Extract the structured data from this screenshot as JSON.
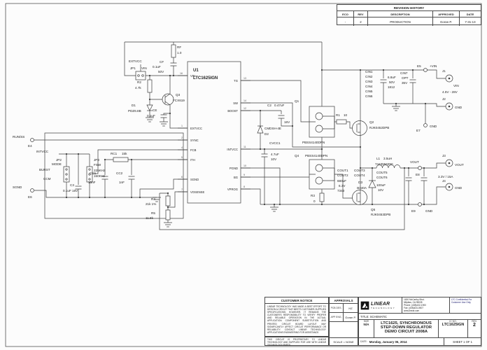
{
  "rev_table": {
    "title": "REVISION HISTORY",
    "h_eco": "ECO",
    "h_rev": "REV",
    "h_desc": "DESCRIPTION",
    "h_app": "APPROVED",
    "h_date": "DATE",
    "r_eco": "-",
    "r_rev": "2",
    "r_desc": "PRODUCTION",
    "r_app": "Goran P.",
    "r_date": "7-31-13"
  },
  "u1": {
    "ref": "U1",
    "part": "LTC1625IGN",
    "pins": {
      "vin": "VIN",
      "extvcc": "EXTVCC",
      "sync": "SYNC",
      "fcb": "FCB",
      "ith": "ITH",
      "sgnd": "SGND",
      "vosense": "VOSENSE",
      "tg": "TG",
      "sw": "SW",
      "boost": "BOOST",
      "intvcc": "INTVCC",
      "pgnd": "PGND",
      "bg": "BG",
      "vprog": "VPROG"
    },
    "nums": {
      "vin": "16",
      "extvcc": "1",
      "sync": "2",
      "fcb": "4",
      "ith": "5",
      "sgnd": "6",
      "vosense": "7",
      "tg": "13",
      "sw": "14",
      "boost": "12",
      "intvcc": "11",
      "pgnd": "10",
      "bg": "9",
      "vprog": "8"
    }
  },
  "c": {
    "rf": "RF",
    "rf_v": "1.0",
    "cf": "CF",
    "cf_v": "0.1uF",
    "cf_volt": "50V",
    "jp1": "JP1",
    "jp1_n": "VIN",
    "r2": "R2",
    "r2_v": "4.7k",
    "q3": "Q3",
    "q3_p": "FCX619",
    "d1": "D1",
    "d1_p": "PDZ6.8B",
    "ce": "CE",
    "ce_v": "0.1uF",
    "jp2": "JP2",
    "jp2_n": "MODE",
    "jp2_a": "BURST",
    "jp2_b": "CCM",
    "jp3": "JP3",
    "jp3_n": "FSW",
    "jp3_a": "225KHz",
    "jp3_b": "150KHz",
    "c3": "C3",
    "c3_v": "0.1uF 16V",
    "rc1": "RC1",
    "rc1_v": "15k",
    "cc1": "CC1",
    "cc1_v": "15nF",
    "cc2": "CC2",
    "cc2_v": "1nF",
    "r4": "R4",
    "r4_v": "21k 1%",
    "r5": "R5",
    "r5_v": "11.8k",
    "c2": "C2",
    "c2_v": "0.47uF",
    "c2_volt": "16V",
    "d2": "D2",
    "d2_p": "CMDSH-4E",
    "cvcc1": "CVCC1",
    "cvcc1_v": "4.7uF",
    "cvcc1_volt": "10V",
    "q1": "Q1",
    "q1_p": "PBSS4140DPN",
    "r1": "R1",
    "r1_v": "10",
    "q2": "Q2",
    "q2_p": "RJK0452DPB",
    "q4": "Q4",
    "q4_p": "PBSS4140DPN",
    "r3": "R3",
    "r3_v": "0",
    "q5": "Q5",
    "q5_p": "RJK0453DPB",
    "d3": "D3",
    "d3_p": "B340A",
    "l1": "L1",
    "l1_v": "3.5uH",
    "l1_p": "7443556350",
    "cin1": "CIN1",
    "cin2": "CIN2",
    "cin3": "CIN3",
    "cin4": "CIN4",
    "cin5": "CIN5",
    "cin6": "CIN6",
    "cin_v": "6.8uF",
    "cin_volt": "50V",
    "cin_sz": "1812",
    "cin7": "CIN7",
    "cin7_n": "OPT",
    "cin7_volt": "35V",
    "cout1": "COUT1",
    "cout2": "COUT2",
    "cout3": "COUT3",
    "cout4": "COUT4",
    "cout_v": "680uF",
    "cout_volt": "6.3V",
    "cout_sz": "7343",
    "cout5": "COUT5",
    "cout6": "COUT6",
    "cout56_v": "100uF",
    "cout56_volt": "10V"
  },
  "nets": {
    "extvcc": "EXTVCC",
    "intvcc": "INTVCC",
    "runss": "RUN/SS",
    "sgnd": "SGND",
    "vinp": "+VIN",
    "vout": "VOUT"
  },
  "t": {
    "e4": "E4",
    "e5": "E5",
    "e6": "E6",
    "e7": "E7",
    "e7_n": "GND",
    "e8": "E8",
    "e9": "E9",
    "e9_n": "GND",
    "j1": "J1",
    "j1_n": "VIN",
    "j1_s": "4.5V - 28V",
    "j2": "J2",
    "j2_n": "GND",
    "j3": "J3",
    "j3_n": "VOUT",
    "j3_s": "3.3V / 15A",
    "j4": "J4",
    "j4_n": "GND"
  },
  "notice": {
    "title": "CUSTOMER NOTICE",
    "body": "LINEAR TECHNOLOGY HAS MADE A BEST EFFORT TO DESIGN A CIRCUIT THAT MEETS CUSTOMER-SUPPLIED SPECIFICATIONS; HOWEVER, IT REMAINS THE CUSTOMER'S RESPONSIBILITY TO VERIFY PROPER AND RELIABLE OPERATION IN THE ACTUAL APPLICATION. COMPONENT SUBSTITUTION AND PRINTED CIRCUIT BOARD LAYOUT MAY SIGNIFICANTLY AFFECT CIRCUIT PERFORMANCE OR RELIABILITY. CONTACT LINEAR TECHNOLOGY APPLICATIONS ENGINEERING FOR ASSISTANCE.",
    "footer": "THIS CIRCUIT IS PROPRIETARY TO LINEAR TECHNOLOGY AND SUPPLIED FOR USE WITH LINEAR TECHNOLOGY PARTS."
  },
  "appr": {
    "title": "APPROVALS",
    "l1": "PCB DES.",
    "v1": "HZ",
    "l2": "APP ENG.",
    "v2": "Goran P.",
    "scale": "SCALE = NONE"
  },
  "tb": {
    "company1": "LINEAR",
    "company2": "TECHNOLOGY",
    "addr1": "1630 McCarthy Blvd.",
    "addr2": "Milpitas, CA 95035",
    "phone": "Phone: (408)432-1900",
    "fax": "Fax: (408)434-0507",
    "web": "www.linear.com",
    "conf": "LTC Confidential-For Customer Use Only",
    "title_l": "TITLE: SCHEMATIC",
    "title": "LTC1625, SYNCHRONOUS STEP-DOWN REGULATOR",
    "size_l": "SIZE",
    "size": "N/A",
    "ic_l": "IC NO.",
    "ic": "LTC1625IGN",
    "demo": "DEMO CIRCUIT 2008A",
    "rev_l": "REV.",
    "rev": "2",
    "date_l": "DATE:",
    "date": "Monday, January 06, 2014",
    "sheet": "SHEET  1  OF  1"
  }
}
